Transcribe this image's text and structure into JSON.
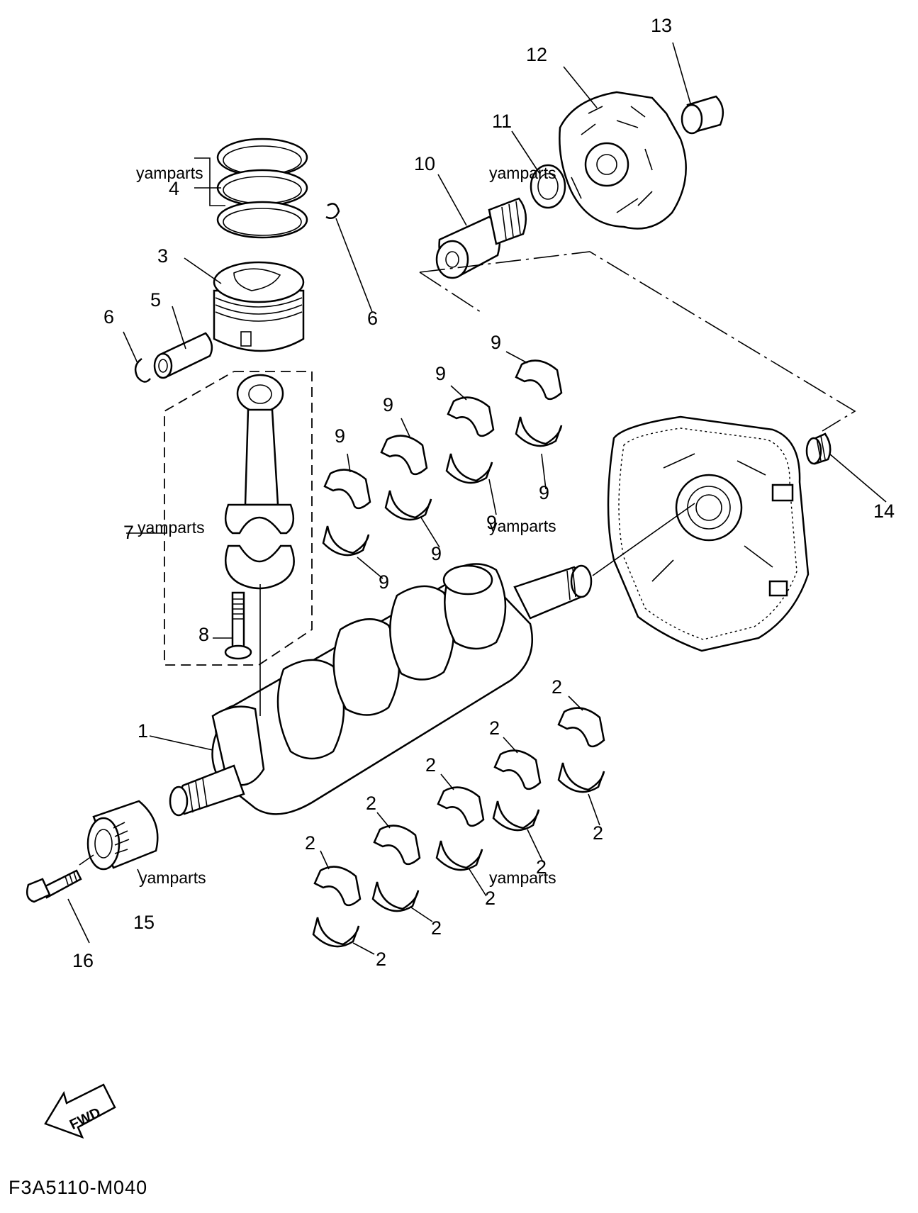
{
  "diagram_code": "F3A5110-M040",
  "fwd_label": "FWD",
  "watermark": "yamparts",
  "callouts": {
    "c1": "1",
    "c2": "2",
    "c3": "3",
    "c4": "4",
    "c5": "5",
    "c6": "6",
    "c7": "7",
    "c8": "8",
    "c9": "9",
    "c10": "10",
    "c11": "11",
    "c12": "12",
    "c13": "13",
    "c14": "14",
    "c15": "15",
    "c16": "16"
  }
}
